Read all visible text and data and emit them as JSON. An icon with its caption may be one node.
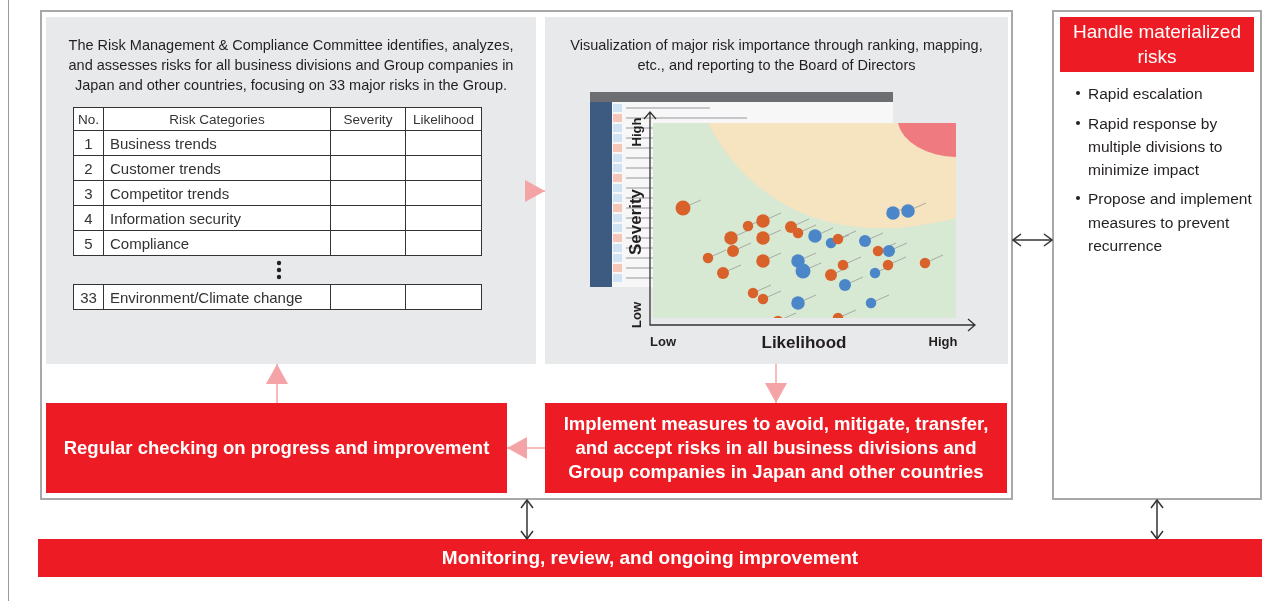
{
  "diagram": {
    "nodes": [
      {
        "text": [],
        "shape": "box"
      },
      {
        "text": [
          "The Risk Management & Compliance Committee identifies, analyzes, and assesses risks for all business divisions and Group companies in Japan and other countries, focusing on 33 major risks in the Group."
        ],
        "in": 0
      },
      {
        "text": [
          "Visualization of major risk importance through ranking, mapping, etc., and reporting to the Board of Directors"
        ],
        "in": 0
      },
      {
        "text": [
          "Regular checking on progress and improvement"
        ],
        "in": 0
      },
      {
        "text": [
          "Implement measures to avoid, mitigate, transfer, and accept risks in all business divisions and Group companies in Japan and other countries"
        ],
        "in": 0
      },
      {
        "text": [
          "Handle materialized risks",
          "Rapid escalation",
          "Rapid response by multiple divisions to minimize impact",
          "Propose and implement measures to prevent recurrence"
        ]
      },
      {
        "text": [
          "Monitoring, review, and ongoing improvement"
        ]
      }
    ],
    "edges": [
      {
        "from": 1,
        "to": 2,
        "arrow": "to"
      },
      {
        "from": 2,
        "to": 4,
        "arrow": "to"
      },
      {
        "from": 4,
        "to": 3,
        "arrow": "to"
      },
      {
        "from": 3,
        "to": 1,
        "arrow": "to"
      },
      {
        "from": 0,
        "to": 5,
        "arrow": "both",
        "color": "#333333"
      },
      {
        "from": 0,
        "to": 6,
        "arrow": "both",
        "color": "#333333"
      },
      {
        "from": 5,
        "to": 6,
        "arrow": "both",
        "color": "#333333"
      }
    ],
    "labels": [
      "No.",
      "Risk Categories",
      "Severity",
      "Likelihood",
      "1",
      "Business trends",
      "2",
      "Customer trends",
      "3",
      "Competitor trends",
      "4",
      "Information security",
      "5",
      "Compliance",
      "33",
      "Environment/Climate change",
      "High",
      "Severity",
      "Low",
      "Low",
      "Likelihood",
      "High"
    ]
  }
}
